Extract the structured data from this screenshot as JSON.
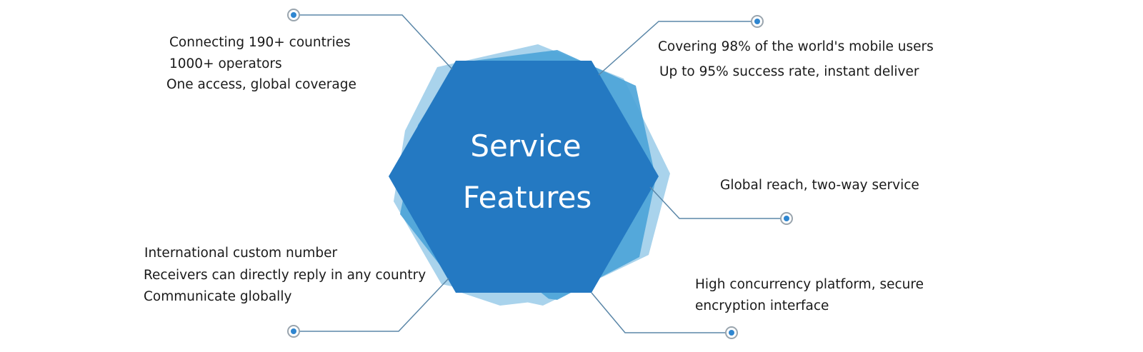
{
  "center": {
    "line1": "Service",
    "line2": "Features"
  },
  "features": {
    "top_left": [
      "Connecting 190+ countries",
      "1000+ operators",
      "One access, global coverage"
    ],
    "top_right": [
      "Covering 98% of the world's mobile users",
      "Up to 95% success rate, instant deliver"
    ],
    "mid_right": [
      "Global reach, two-way service"
    ],
    "bottom_left": [
      "International custom number",
      "Receivers can directly reply in any country",
      "Communicate globally"
    ],
    "bottom_right": [
      "High concurrency platform, secure",
      "encryption interface"
    ]
  },
  "colors": {
    "hex_main": "#2479c2",
    "hex_mid": "#4aa3d8",
    "hex_light": "#a9d3ec",
    "connector": "#5b87a8",
    "dot_fill": "#2f86d0",
    "dot_ring": "#9aa5ae"
  }
}
